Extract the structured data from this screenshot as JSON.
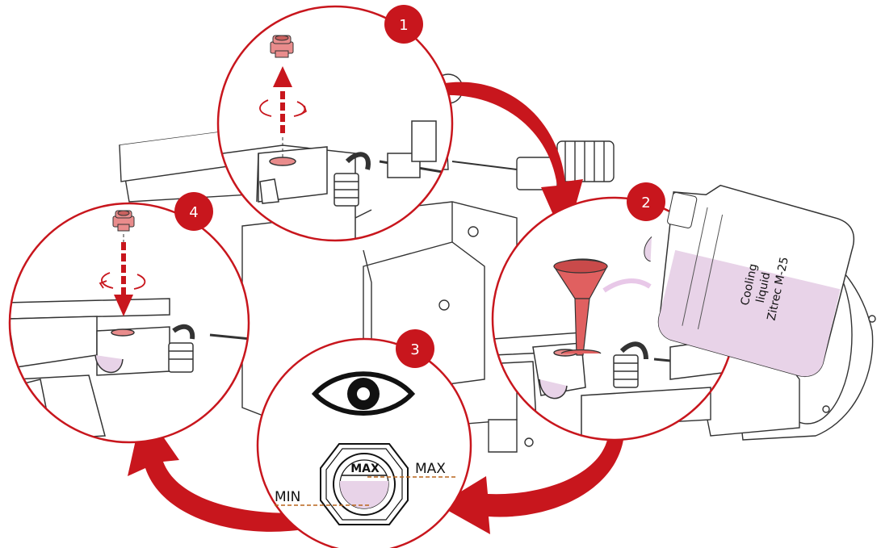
{
  "steps": [
    {
      "number": "1"
    },
    {
      "number": "2"
    },
    {
      "number": "3"
    },
    {
      "number": "4"
    }
  ],
  "canister": {
    "label_lines": [
      "Cooling",
      "liquid",
      "Zitrec M-25"
    ]
  },
  "gauge": {
    "max_inner": "MAX",
    "max_outer": "MAX",
    "min_outer": "MIN"
  },
  "colors": {
    "accent_red": "#c8161d",
    "plug_pink": "#e98c8c",
    "coolant": "#e8d3e8",
    "line_art": "#222222",
    "level_line": "#b8651b"
  },
  "icons": [
    "eye-icon",
    "rotate-icon",
    "arrow-up-icon",
    "arrow-down-icon",
    "funnel-icon",
    "canister-icon",
    "plug-icon"
  ]
}
